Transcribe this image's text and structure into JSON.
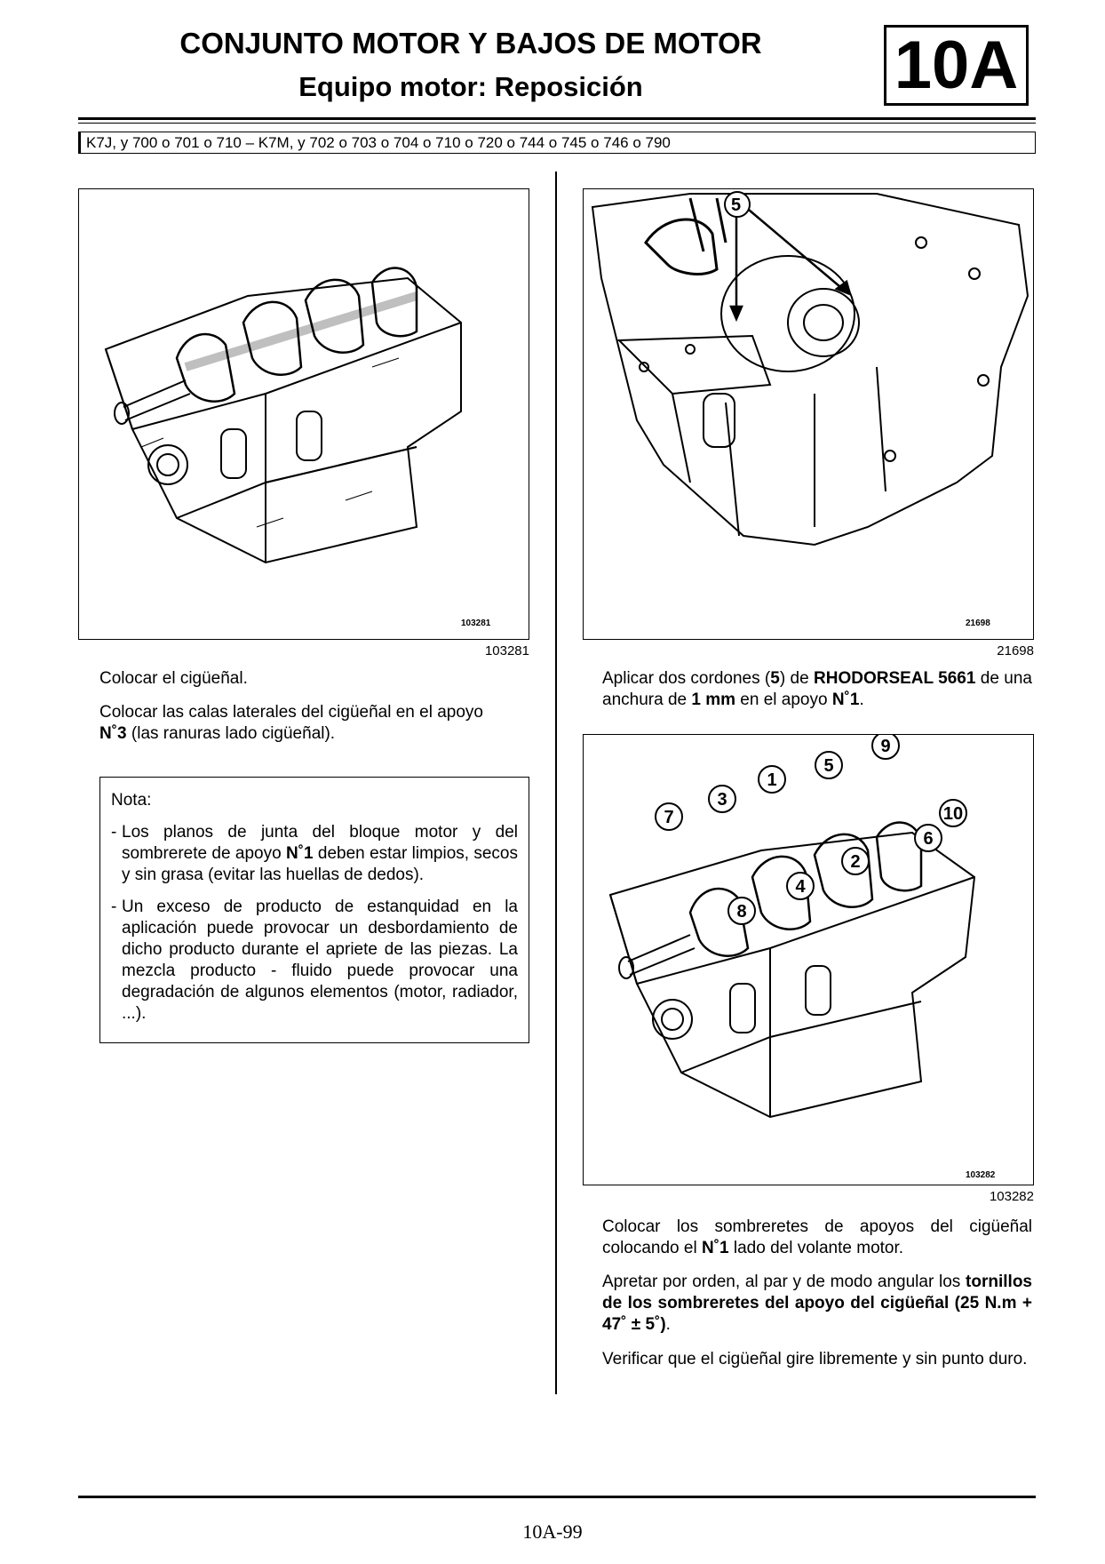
{
  "header": {
    "title": "CONJUNTO MOTOR Y BAJOS DE MOTOR",
    "subtitle": "Equipo motor: Reposición",
    "section_badge": "10A"
  },
  "applicability": "K7J, y 700 o 701 o 710 – K7M, y 702 o 703 o 704 o 710 o 720 o 744 o 745 o 746 o 790",
  "left": {
    "figure": {
      "ref": "103281",
      "inner_ref": "103281"
    },
    "p1": "Colocar el cigüeñal.",
    "p2a": "Colocar las calas laterales del cigüeñal en el apoyo",
    "p2b_bold": "N˚3",
    "p2c": " (las ranuras lado cigüeñal).",
    "note": {
      "label": "Nota:",
      "item1a": "Los planos de junta del bloque motor y del sombrerete de apoyo ",
      "item1b_bold": "N˚1",
      "item1c": " deben estar limpios, secos y sin grasa (evitar las huellas de dedos).",
      "item2": "Un exceso de producto de estanquidad en la aplicación puede provocar un desbordamiento de dicho producto durante el apriete de las piezas. La mezcla producto - fluido puede provocar una degradación de algunos elementos (motor, radiador, ...)."
    }
  },
  "right": {
    "figure1": {
      "ref": "21698",
      "inner_ref": "21698",
      "callout": "5"
    },
    "p1a": "Aplicar dos cordones (",
    "p1b_bold": "5",
    "p1c": ") de ",
    "p1d_bold": "RHODORSEAL 5661",
    "p1e": " de una anchura de ",
    "p1f_bold": "1 mm",
    "p1g": " en el apoyo ",
    "p1h_bold": "N˚1",
    "p1i": ".",
    "figure2": {
      "ref": "103282",
      "inner_ref": "103282",
      "callouts": [
        "9",
        "5",
        "1",
        "3",
        "7",
        "10",
        "6",
        "2",
        "4",
        "8"
      ]
    },
    "p2a": "Colocar los sombreretes de apoyos del cigüeñal colocando el ",
    "p2b_bold": "N˚1",
    "p2c": " lado del volante motor.",
    "p3a": "Apretar por orden, al par y de modo angular los ",
    "p3b_bold": "tornillos de los sombreretes del apoyo del cigüeñal (25 N.m + 47˚ ± 5˚)",
    "p3c": ".",
    "p4": "Verificar que el cigüeñal gire libremente y sin punto duro."
  },
  "footer": {
    "page": "10A-99"
  }
}
